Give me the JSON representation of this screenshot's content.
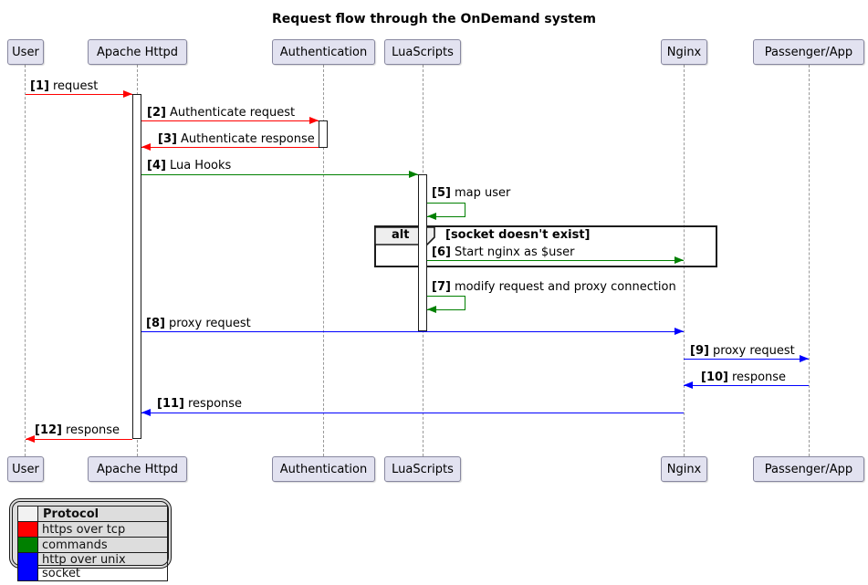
{
  "title": "Request flow through the OnDemand system",
  "participants": [
    {
      "label": "User"
    },
    {
      "label": "Apache Httpd"
    },
    {
      "label": "Authentication"
    },
    {
      "label": "LuaScripts"
    },
    {
      "label": "Nginx"
    },
    {
      "label": "Passenger/App"
    }
  ],
  "messages": [
    {
      "num": "[1]",
      "text": "request",
      "from": "User",
      "to": "Apache Httpd",
      "color": "#FF0000"
    },
    {
      "num": "[2]",
      "text": "Authenticate request",
      "from": "Apache Httpd",
      "to": "Authentication",
      "color": "#FF0000"
    },
    {
      "num": "[3]",
      "text": "Authenticate response",
      "from": "Authentication",
      "to": "Apache Httpd",
      "color": "#FF0000"
    },
    {
      "num": "[4]",
      "text": "Lua Hooks",
      "from": "Apache Httpd",
      "to": "LuaScripts",
      "color": "#008000"
    },
    {
      "num": "[5]",
      "text": "map user",
      "from": "LuaScripts",
      "to": "LuaScripts",
      "color": "#008000"
    },
    {
      "num": "[6]",
      "text": "Start nginx as $user",
      "from": "LuaScripts",
      "to": "Nginx",
      "color": "#008000"
    },
    {
      "num": "[7]",
      "text": "modify request and proxy connection",
      "from": "LuaScripts",
      "to": "LuaScripts",
      "color": "#008000"
    },
    {
      "num": "[8]",
      "text": "proxy request",
      "from": "Apache Httpd",
      "to": "Nginx",
      "color": "#0000FF"
    },
    {
      "num": "[9]",
      "text": "proxy request",
      "from": "Nginx",
      "to": "Passenger/App",
      "color": "#0000FF"
    },
    {
      "num": "[10]",
      "text": "response",
      "from": "Passenger/App",
      "to": "Nginx",
      "color": "#0000FF"
    },
    {
      "num": "[11]",
      "text": "response",
      "from": "Nginx",
      "to": "Apache Httpd",
      "color": "#0000FF"
    },
    {
      "num": "[12]",
      "text": "response",
      "from": "Apache Httpd",
      "to": "User",
      "color": "#FF0000"
    }
  ],
  "fragment": {
    "operator": "alt",
    "condition": "[socket doesn't exist]"
  },
  "legend": {
    "header": "Protocol",
    "rows": [
      {
        "label": "https over tcp",
        "color": "#FF0000"
      },
      {
        "label": "commands",
        "color": "#008000"
      },
      {
        "label": "http over unix socket",
        "color": "#0000FF"
      }
    ]
  },
  "colors": {
    "red": "#FF0000",
    "green": "#008000",
    "blue": "#0000FF",
    "participant_fill": "#E2E2F0",
    "participant_border": "#8888A0",
    "frame_border": "#1B1B1B",
    "lifeline": "#999999",
    "legend_background": "#DDDDDD",
    "fragment_label_fill": "#EEEEEE"
  }
}
